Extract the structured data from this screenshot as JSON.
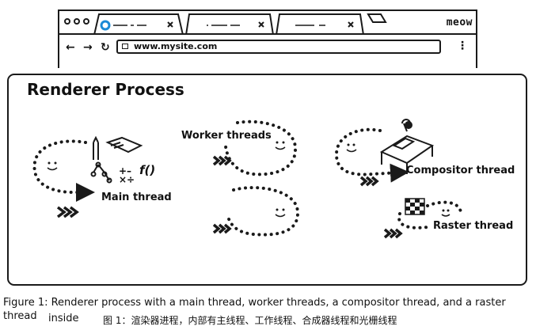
{
  "browser": {
    "brand": "meow",
    "address": "www.mysite.com",
    "nav": {
      "back": "←",
      "forward": "→",
      "reload": "↻"
    },
    "menu": "⋮"
  },
  "panel": {
    "title": "Renderer Process",
    "labels": {
      "main": "Main thread",
      "worker": "Worker threads",
      "compositor": "Compositor thread",
      "raster": "Raster thread"
    },
    "main_icons": {
      "math": "+–\n×÷",
      "func": "f()"
    }
  },
  "caption": {
    "line1": "Figure 1: Renderer process with a main thread, worker threads, a compositor thread, and a raster thread",
    "line2": "inside",
    "chinese": "图 1：渲染器进程，内部有主线程、工作线程、合成器线程和光栅线程"
  }
}
